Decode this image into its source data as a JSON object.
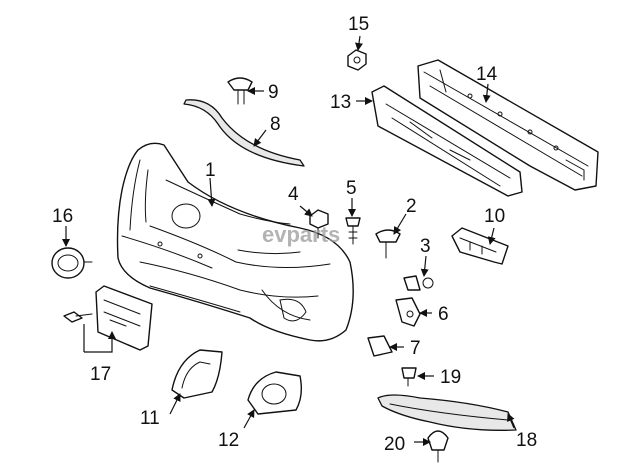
{
  "watermark": "evparts",
  "callouts": {
    "c1": "1",
    "c2": "2",
    "c3": "3",
    "c4": "4",
    "c5": "5",
    "c6": "6",
    "c7": "7",
    "c8": "8",
    "c9": "9",
    "c10": "10",
    "c11": "11",
    "c12": "12",
    "c13": "13",
    "c14": "14",
    "c15": "15",
    "c16": "16",
    "c17": "17",
    "c18": "18",
    "c19": "19",
    "c20": "20"
  }
}
